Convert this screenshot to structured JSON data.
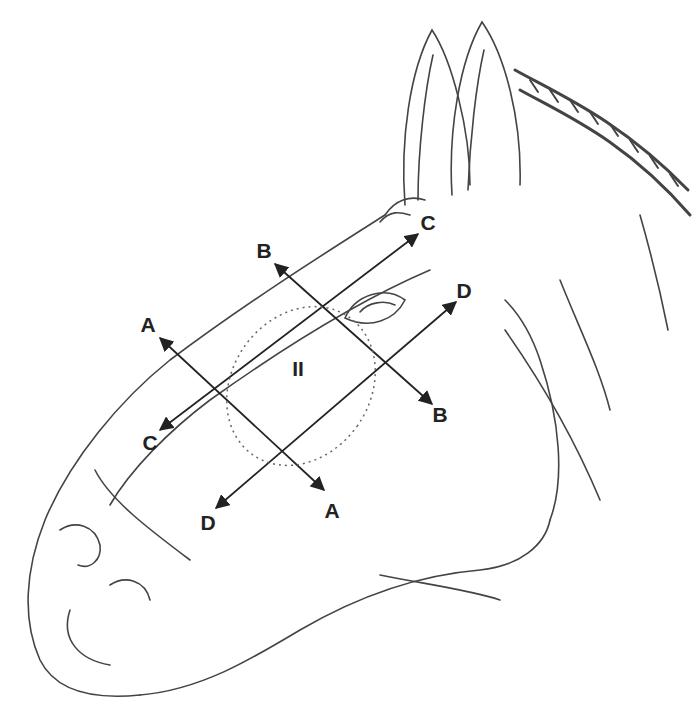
{
  "diagram": {
    "nodes": [
      {
        "text": [
          "II"
        ]
      }
    ],
    "labels": [
      "B",
      "C",
      "D",
      "A",
      "C",
      "B",
      "D",
      "A"
    ]
  }
}
